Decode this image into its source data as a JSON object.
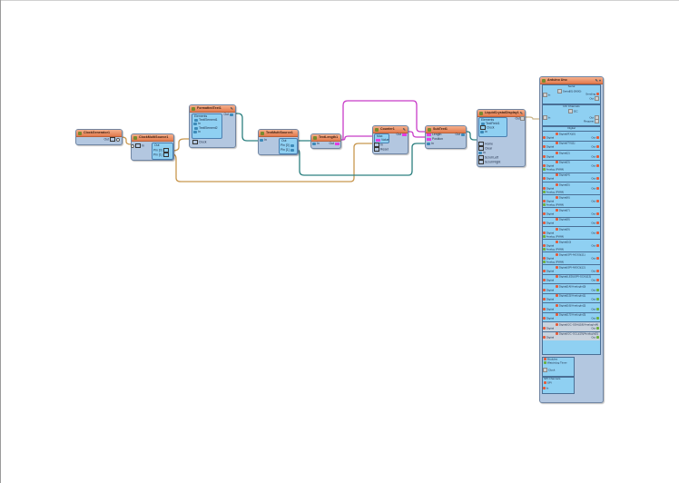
{
  "canvas": {
    "components": {
      "clock_generator": {
        "title": "ClockGenerator1",
        "out": "Out"
      },
      "clock_multi_source": {
        "title": "ClockMultiSource1",
        "in": "In",
        "out_group": "Out",
        "pin0": "Pin [0]",
        "pin1": "Pin [1]"
      },
      "formatted_text": {
        "title": "FormattedText1",
        "elements": "Elements",
        "element1": "TextElement1",
        "element2": "TextElement2",
        "in": "In",
        "clock": "Clock",
        "out": "Out"
      },
      "text_multi_source": {
        "title": "TextMultiSource1",
        "in": "In",
        "out_group": "Out",
        "pin0": "Pin [0]",
        "pin1": "Pin [1]"
      },
      "text_length": {
        "title": "TextLength1",
        "in": "In",
        "out": "Out"
      },
      "counter": {
        "title": "Counter1",
        "max": "Max",
        "value": "Value",
        "in": "In",
        "reset": "Reset",
        "out": "Out"
      },
      "sub_text": {
        "title": "SubText1",
        "length": "Length",
        "position": "Position",
        "in": "In",
        "out": "Out"
      },
      "lcd": {
        "title": "LiquidCrystalDisplay1",
        "elements": "Elements",
        "text_field": "TextField1",
        "clock": "Clock",
        "in": "In",
        "home": "Home",
        "clear": "Clear",
        "in2": "In",
        "scroll_left": "Scroll Left",
        "scroll_right": "Scroll Right",
        "out": "Out"
      }
    },
    "arduino": {
      "title": "Arduino Uno",
      "serial_section": "Serial",
      "serial_item": "Serial[0] (9600)",
      "serial_in": "In",
      "serial_sending": "Sending",
      "serial_out": "Out",
      "i2c_section": "I2C Channels",
      "i2c_item": "I2C",
      "i2c_in": "In",
      "i2c_out": "Out",
      "i2c_request": "Request",
      "digital_section": "Digital",
      "digital_pins": [
        {
          "name": "Digital(RX)[0]",
          "label": "Digital",
          "analog": null
        },
        {
          "name": "Digital(TX)[1]",
          "label": "Digital",
          "analog": null
        },
        {
          "name": "Digital[2]",
          "label": "Digital",
          "analog": null
        },
        {
          "name": "Digital[3]",
          "label": "Digital",
          "analog": "Analog (PWM)"
        },
        {
          "name": "Digital[4]",
          "label": "Digital",
          "analog": null
        },
        {
          "name": "Digital[5]",
          "label": "Digital",
          "analog": "Analog (PWM)"
        },
        {
          "name": "Digital[6]",
          "label": "Digital",
          "analog": "Analog (PWM)"
        },
        {
          "name": "Digital[7]",
          "label": "Digital",
          "analog": null
        },
        {
          "name": "Digital[8]",
          "label": "Digital",
          "analog": null
        },
        {
          "name": "Digital[9]",
          "label": "Digital",
          "analog": "Analog (PWM)"
        },
        {
          "name": "Digital[10]",
          "label": "Digital",
          "analog": "Analog (PWM)"
        },
        {
          "name": "Digital(SPI-MOSI)[11]",
          "label": "Digital",
          "analog": "Analog (PWM)"
        },
        {
          "name": "Digital(SPI-MISO)[12]",
          "label": "Digital",
          "analog": null
        },
        {
          "name": "Digital(LED)(SPI-SCK)[13]",
          "label": "Digital",
          "analog": null
        },
        {
          "name": "Digital[14]/AnalogIn[0]",
          "label": "Digital",
          "analog": null
        },
        {
          "name": "Digital[15]/AnalogIn[1]",
          "label": "Digital",
          "analog": null
        },
        {
          "name": "Digital[16]/AnalogIn[2]",
          "label": "Digital",
          "analog": null
        },
        {
          "name": "Digital[17]/AnalogIn[3]",
          "label": "Digital",
          "analog": null
        },
        {
          "name": "Digital(I2C-SDA)[18]/AnalogIn[4]",
          "label": "Digital",
          "analog": null
        },
        {
          "name": "Digital(I2C-SCL)[19]/AnalogIn[5]",
          "label": "Digital",
          "analog": null
        }
      ],
      "pin_out": "Out",
      "modules_section": "Modules",
      "watchdog": "Watchdog Timer",
      "watchdog_clock": "Clock",
      "spi_section": "SPI Channels",
      "spi_item": "SPI",
      "spi_in": "In"
    },
    "wire_colors": {
      "clock": "#c8974e",
      "text": "#2c8080",
      "integer": "#c83cc8",
      "byte": "#9aa0a8"
    }
  }
}
